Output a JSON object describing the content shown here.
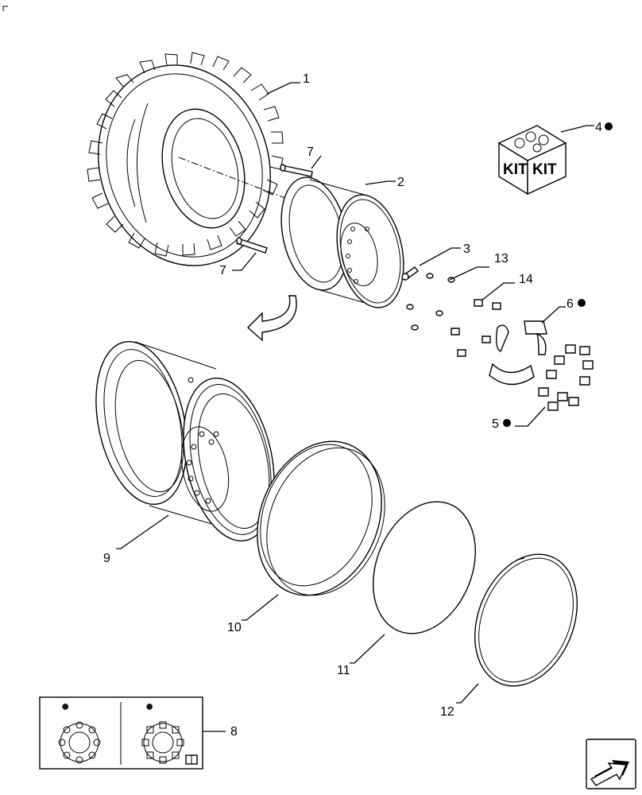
{
  "diagram": {
    "labels": {
      "p1": "1",
      "p2": "2",
      "p3": "3",
      "p4": "4",
      "p5": "5",
      "p6": "6",
      "p7a": "7",
      "p7b": "7",
      "p8": "8",
      "p9": "9",
      "p10": "10",
      "p11": "11",
      "p12": "12",
      "p13": "13",
      "p14": "14"
    },
    "kit_text": [
      "KIT",
      "KIT"
    ]
  }
}
